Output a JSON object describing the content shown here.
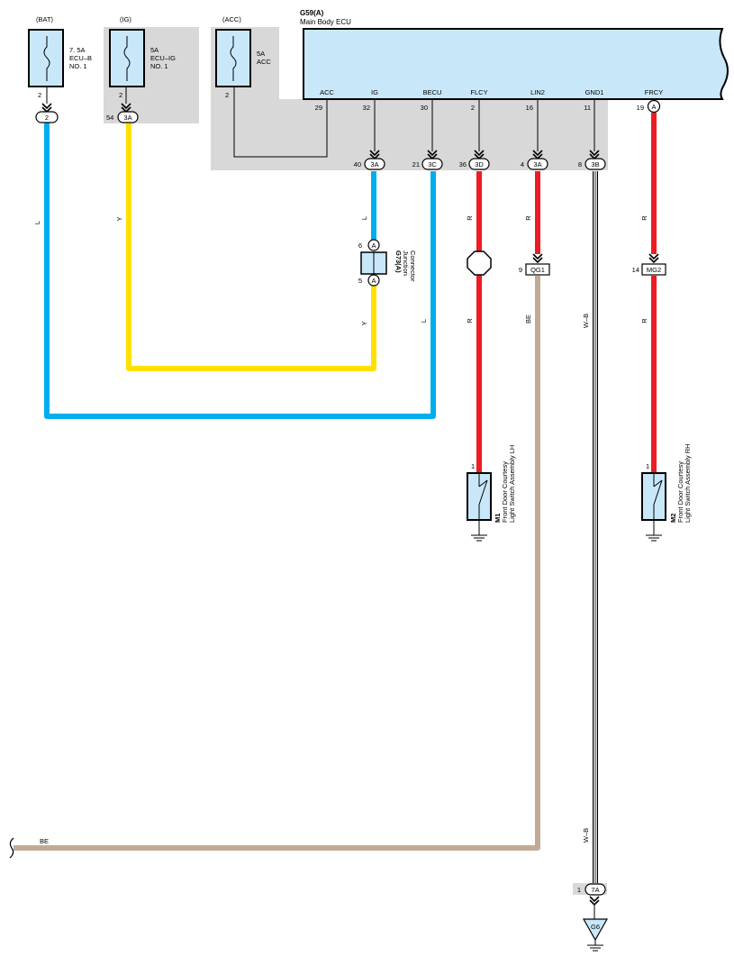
{
  "sources": {
    "bat": {
      "label": "(BAT)",
      "amp": "7. 5A",
      "name1": "ECU–B",
      "name2": "NO. 1",
      "pin": "2"
    },
    "ig": {
      "label": "(IG)",
      "amp": "5A",
      "name1": "ECU–IG",
      "name2": "NO. 1",
      "pin": "2"
    },
    "acc": {
      "label": "(ACC)",
      "amp": "5A",
      "name1": "ACC",
      "pin": "2"
    }
  },
  "ecu": {
    "id": "G59(A)",
    "name": "Main Body ECU",
    "terminals": [
      {
        "name": "ACC",
        "pin": "29"
      },
      {
        "name": "IG",
        "pin": "32"
      },
      {
        "name": "BECU",
        "pin": "30"
      },
      {
        "name": "FLCY",
        "pin": "2"
      },
      {
        "name": "LIN2",
        "pin": "16"
      },
      {
        "name": "GND1",
        "pin": "11"
      },
      {
        "name": "FRCY",
        "pin": "19"
      }
    ],
    "frcy_connector": "A"
  },
  "connectors": {
    "bat_junction": {
      "code": "2"
    },
    "ig_junction": {
      "pin": "54",
      "code": "3A"
    },
    "ig_out": {
      "pin": "40",
      "code": "3A"
    },
    "becu_out": {
      "pin": "21",
      "code": "3C"
    },
    "flcy_out": {
      "pin": "36",
      "code": "3D"
    },
    "lin2_out": {
      "pin": "4",
      "code": "3A"
    },
    "gnd_out": {
      "pin": "8",
      "code": "3B"
    },
    "qg1": {
      "pin": "9",
      "code": "QG1"
    },
    "mg2": {
      "pin": "14",
      "code": "MG2"
    },
    "ground_junction": {
      "pin": "1",
      "code": "7A"
    }
  },
  "junction": {
    "id": "G73(A)",
    "name1": "Junction",
    "name2": "Connector",
    "pin_top": "6",
    "pin_bottom": "5",
    "conn": "A"
  },
  "switches": {
    "m1": {
      "id": "M1",
      "line1": "Front Door Courtesy",
      "line2": "Light Switch Assembly LH",
      "pin": "1"
    },
    "m2": {
      "id": "M2",
      "line1": "Front Door Courtesy",
      "line2": "Light Switch Assembly RH",
      "pin": "1"
    }
  },
  "ground": {
    "id": "G6"
  },
  "wires": {
    "bat": {
      "color_code": "L",
      "color": "#00aeef"
    },
    "ig": {
      "color_code": "Y",
      "color": "#ffe000"
    },
    "ig_ecu_top": {
      "color_code": "L"
    },
    "ig_ecu_bottom": {
      "color_code": "Y"
    },
    "becu": {
      "color_code": "L"
    },
    "flcy_top": {
      "color_code": "R",
      "color": "#ed1c24"
    },
    "flcy_bottom": {
      "color_code": "R"
    },
    "lin2_top": {
      "color_code": "R"
    },
    "lin2_bottom": {
      "color_code": "BE",
      "color": "#c2ab96"
    },
    "gnd_top": {
      "color_code": "W–B"
    },
    "gnd_bottom": {
      "color_code": "W–B"
    },
    "frcy_top": {
      "color_code": "R"
    },
    "frcy_bottom": {
      "color_code": "R"
    },
    "be_left": {
      "color_code": "BE"
    }
  },
  "colors": {
    "fuse_fill": "#c8e8fa",
    "ecu_fill": "#c8e8fa",
    "shade": "#d8d8d8"
  }
}
